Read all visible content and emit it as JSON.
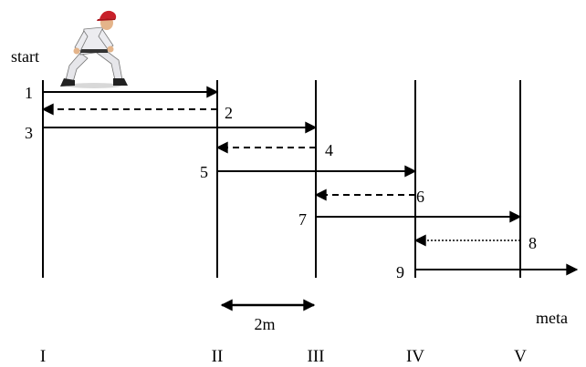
{
  "labels": {
    "start": "start",
    "finish": "meta",
    "distance": "2m"
  },
  "lines": [
    {
      "id": "I",
      "label": "I"
    },
    {
      "id": "II",
      "label": "II"
    },
    {
      "id": "III",
      "label": "III"
    },
    {
      "id": "IV",
      "label": "IV"
    },
    {
      "id": "V",
      "label": "V"
    }
  ],
  "runs": [
    {
      "step": "1",
      "from": "I",
      "to": "II",
      "style": "solid"
    },
    {
      "step": "2",
      "from": "II",
      "to": "I",
      "style": "dashed"
    },
    {
      "step": "3",
      "from": "I",
      "to": "III",
      "style": "solid"
    },
    {
      "step": "4",
      "from": "III",
      "to": "II",
      "style": "dashed"
    },
    {
      "step": "5",
      "from": "II",
      "to": "IV",
      "style": "solid"
    },
    {
      "step": "6",
      "from": "IV",
      "to": "III",
      "style": "dashed"
    },
    {
      "step": "7",
      "from": "III",
      "to": "V",
      "style": "solid"
    },
    {
      "step": "8",
      "from": "V",
      "to": "IV",
      "style": "dotted"
    },
    {
      "step": "9",
      "from": "IV",
      "to": "meta",
      "style": "solid"
    }
  ],
  "colors": {
    "ink": "#000000",
    "runner_cap": "#c8202a",
    "runner_uniform": "#e6e6ea",
    "runner_skin": "#e4b48a"
  },
  "icons": {
    "runner": "baseball-player-icon"
  }
}
